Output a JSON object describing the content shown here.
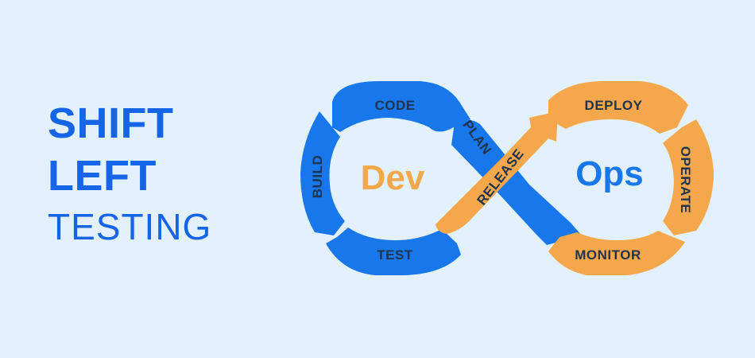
{
  "headline": {
    "line1": "SHIFT",
    "line2": "LEFT",
    "line3": "TESTING"
  },
  "diagram": {
    "dev_label": "Dev",
    "ops_label": "Ops",
    "stages": {
      "code": "CODE",
      "build": "BUILD",
      "test": "TEST",
      "plan": "PLAN",
      "release": "RELEASE",
      "deploy": "DEPLOY",
      "operate": "OPERATE",
      "monitor": "MONITOR"
    }
  },
  "colors": {
    "background": "#e3f0fd",
    "dev_blue": "#1877ea",
    "ops_orange": "#f5a74b",
    "headline_blue": "#1565e6",
    "label_text": "#20344f"
  }
}
